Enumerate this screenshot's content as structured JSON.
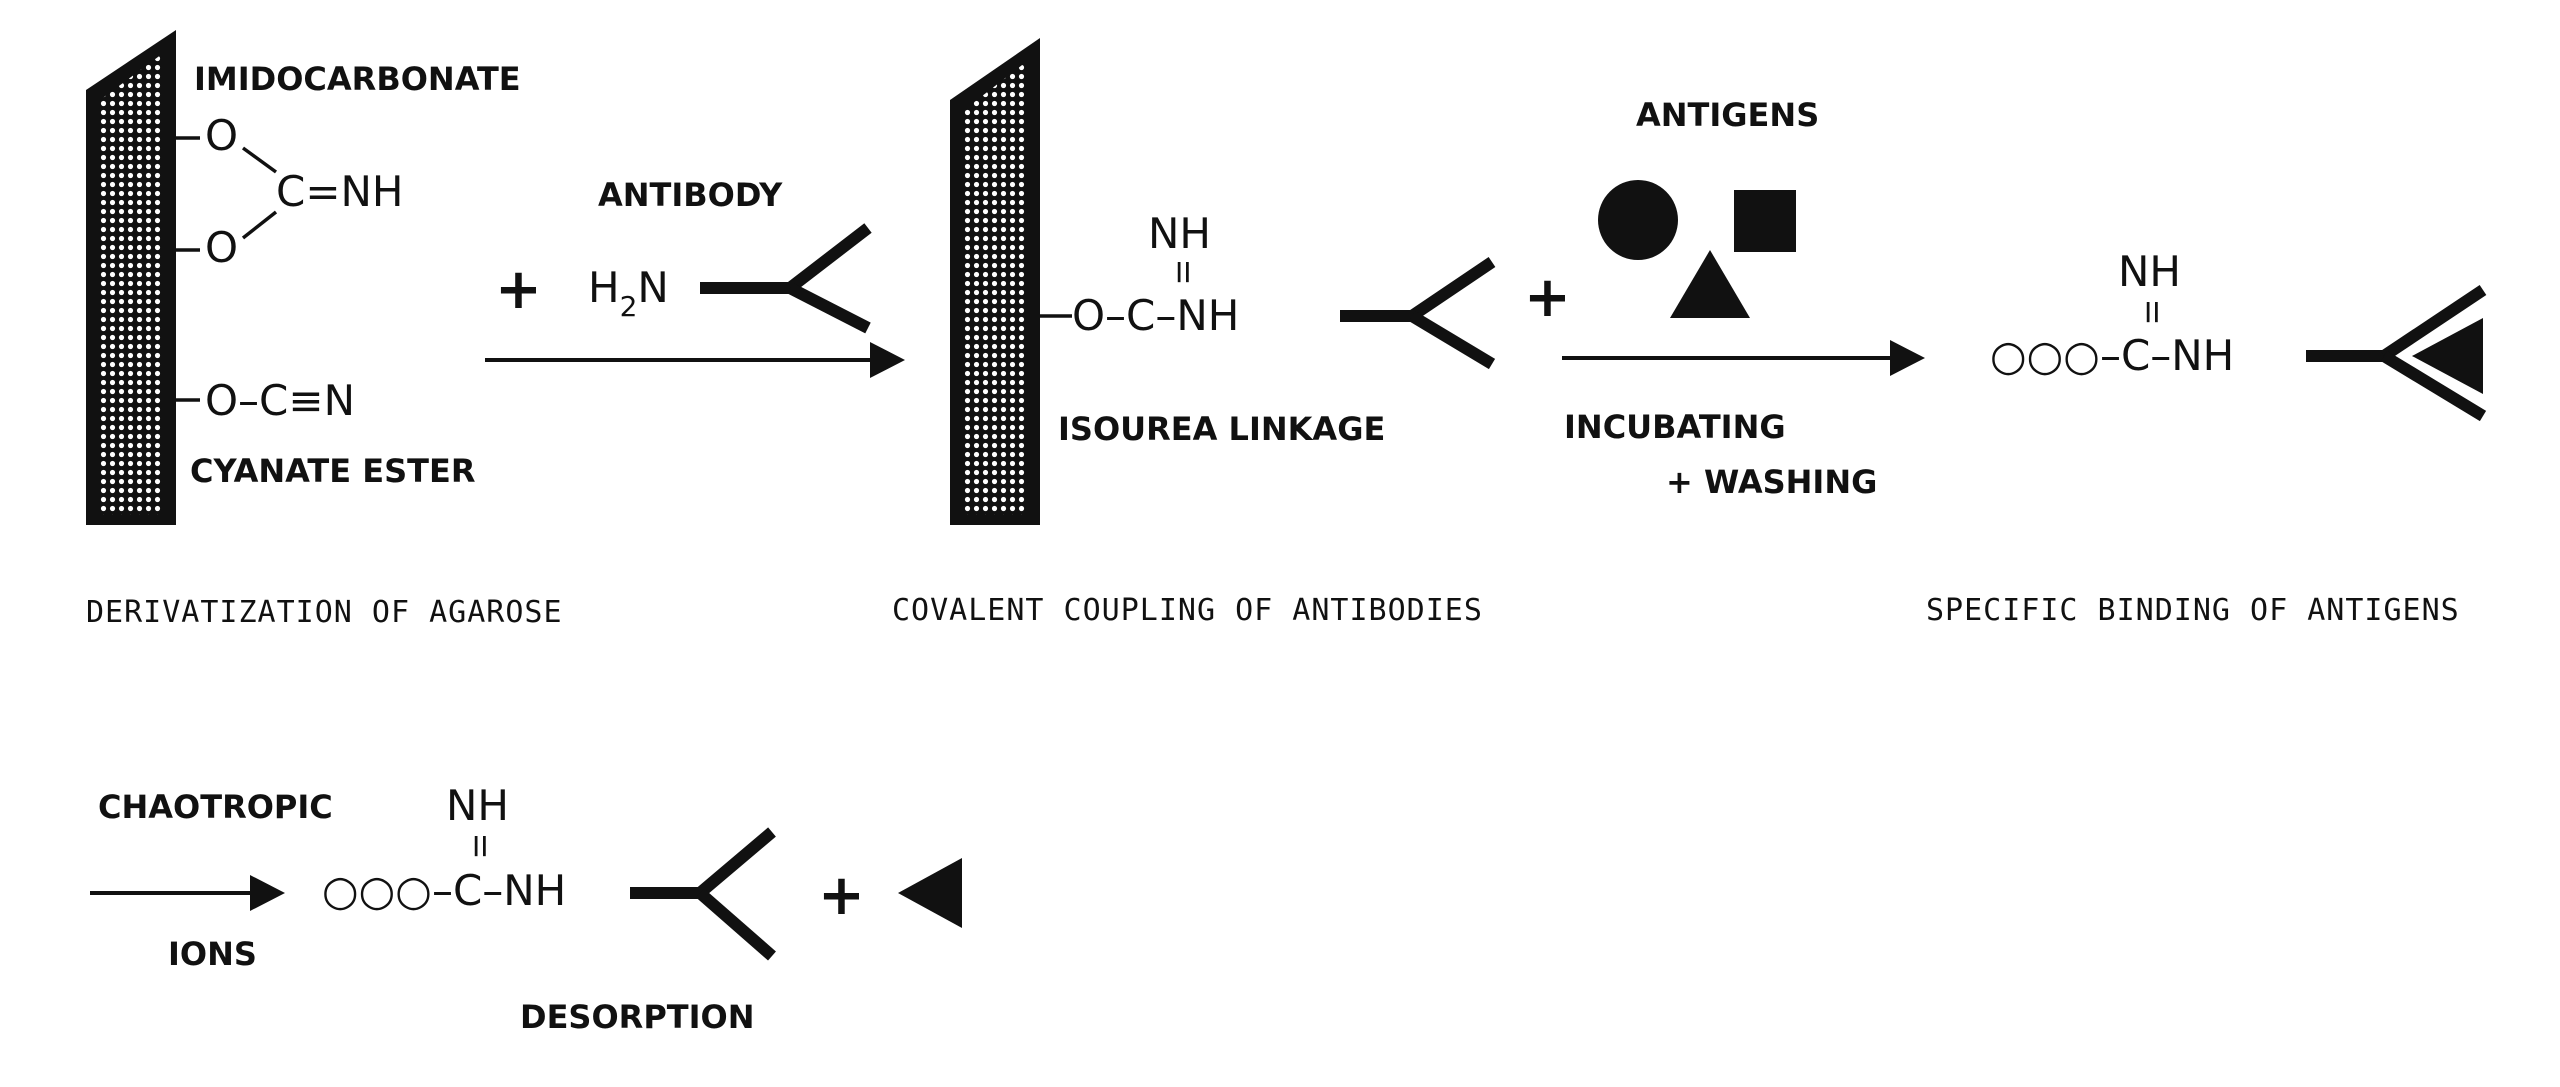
{
  "colors": {
    "ink": "#111111",
    "background": "#ffffff"
  },
  "step1": {
    "top_label": "IMIDOCARBONATE",
    "bottom_label": "CYANATE ESTER",
    "o_top": "O",
    "o_bottom": "O",
    "c_imido": "C=NH",
    "cyanate": "O–C≡N",
    "caption": "DERIVATIZATION  OF  AGAROSE"
  },
  "reagent": {
    "label": "ANTIBODY",
    "plus": "+",
    "h2n_h": "H",
    "h2n_sub": "2",
    "h2n_n": "N"
  },
  "step2": {
    "nh": "NH",
    "double_bond": "II",
    "chain": "O–C–NH",
    "linkage_label": "ISOUREA LINKAGE",
    "caption": "COVALENT  COUPLING  OF  ANTIBODIES"
  },
  "antigens": {
    "label": "ANTIGENS",
    "plus": "+",
    "shapes": [
      "circle-antigen",
      "square-antigen",
      "triangle-antigen"
    ],
    "arrow_top": "INCUBATING",
    "arrow_bottom": "+  WASHING"
  },
  "step3": {
    "nh": "NH",
    "double_bond": "II",
    "chain": "○○○–C–NH",
    "caption": "SPECIFIC  BINDING  OF  ANTIGENS"
  },
  "step4": {
    "arrow_top": "CHAOTROPIC",
    "arrow_bottom": "IONS",
    "nh": "NH",
    "double_bond": "II",
    "chain": "○○○–C–NH",
    "plus": "+",
    "caption": "DESORPTION"
  }
}
